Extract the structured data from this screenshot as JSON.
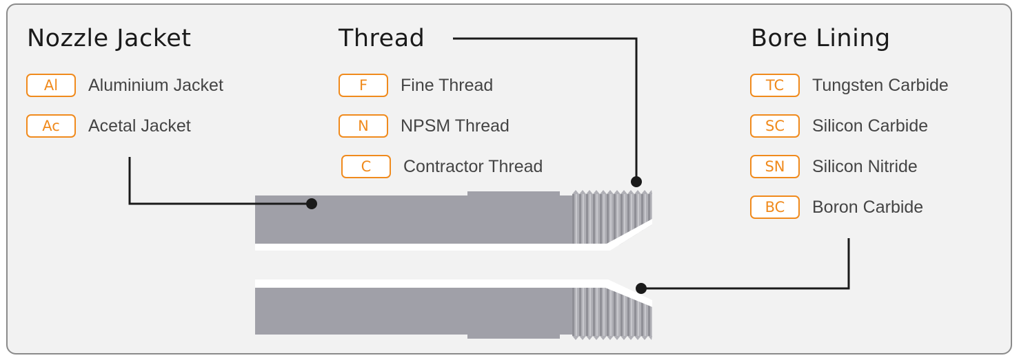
{
  "groups": {
    "jacket": {
      "title": "Nozzle Jacket",
      "items": [
        {
          "code": "Al",
          "label": "Aluminium Jacket"
        },
        {
          "code": "Ac",
          "label": "Acetal Jacket"
        }
      ]
    },
    "thread": {
      "title": "Thread",
      "items": [
        {
          "code": "F",
          "label": "Fine Thread"
        },
        {
          "code": "N",
          "label": "NPSM Thread"
        },
        {
          "code": "C",
          "label": "Contractor Thread"
        }
      ]
    },
    "bore": {
      "title": "Bore Lining",
      "items": [
        {
          "code": "TC",
          "label": "Tungsten Carbide"
        },
        {
          "code": "SC",
          "label": "Silicon Carbide"
        },
        {
          "code": "SN",
          "label": "Silicon Nitride"
        },
        {
          "code": "BC",
          "label": "Boron Carbide"
        }
      ]
    }
  },
  "colors": {
    "accent": "#f08a1c",
    "panel": "#f2f2f2",
    "border": "#8a8a8a",
    "jacket_body": "#a0a0a8",
    "thread_body": "#b0b0b6",
    "lining": "#ffffff",
    "leader": "#1a1a1a"
  }
}
